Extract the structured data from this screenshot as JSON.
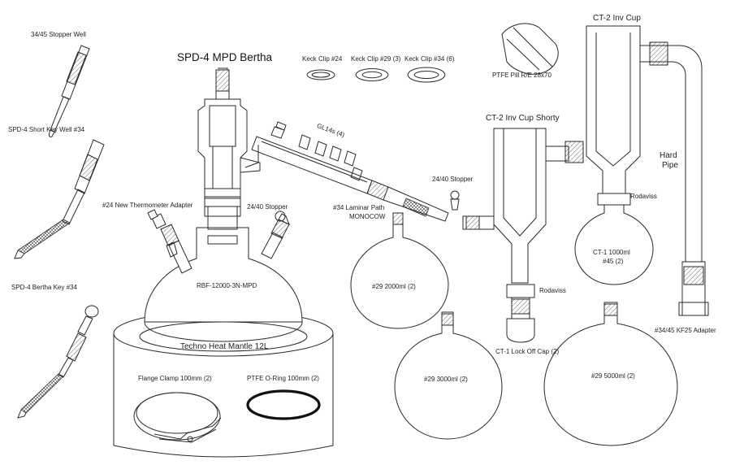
{
  "title": "SPD-4 MPD Bertha",
  "labels": {
    "stopper_well": "34/45 Stopper Well",
    "short_key_well": "SPD-4 Short Key Well #34",
    "bertha_key": "SPD-4 Bertha Key #34",
    "thermometer_adapter": "#24 New Thermometer Adapter",
    "stopper_2440_left": "24/40 Stopper",
    "flask_12l": "RBF-12000-3N-MPD",
    "heat_mantle": "Techno Heat Mantle 12L",
    "flange_clamp": "Flange Clamp 100mm (2)",
    "o_ring": "PTFE O-Ring 100mm (2)",
    "keck_24": "Keck Clip #24",
    "keck_29": "Keck Clip #29 (3)",
    "keck_34": "Keck Clip #34 (6)",
    "gl14": "GL14s (4)",
    "laminar_path_1": "#34 Laminar Path",
    "laminar_path_2": "MONOCOW",
    "stopper_2440_right": "24/40 Stopper",
    "flask_2000": "#29 2000ml (2)",
    "flask_3000": "#29 3000ml (2)",
    "flask_5000": "#29 5000ml (2)",
    "ptfe_pill": "PTFE Pill R/E 28x70",
    "ct2_inv_cup_shorty": "CT-2 Inv Cup Shorty",
    "ct2_inv_cup": "CT-2 Inv Cup",
    "rodaviss_1": "Rodaviss",
    "rodaviss_2": "Rodaviss",
    "ct1_lock_off_cap": "CT-1 Lock Off Cap (2)",
    "ct1_1000_1": "CT-1 1000ml",
    "ct1_1000_2": "#45 (2)",
    "hard_pipe_1": "Hard",
    "hard_pipe_2": "Pipe",
    "kf25_adapter": "#34/45 KF25 Adapter"
  },
  "colors": {
    "line": "#2a2a2a",
    "oring": "#111111",
    "text": "#222222"
  }
}
